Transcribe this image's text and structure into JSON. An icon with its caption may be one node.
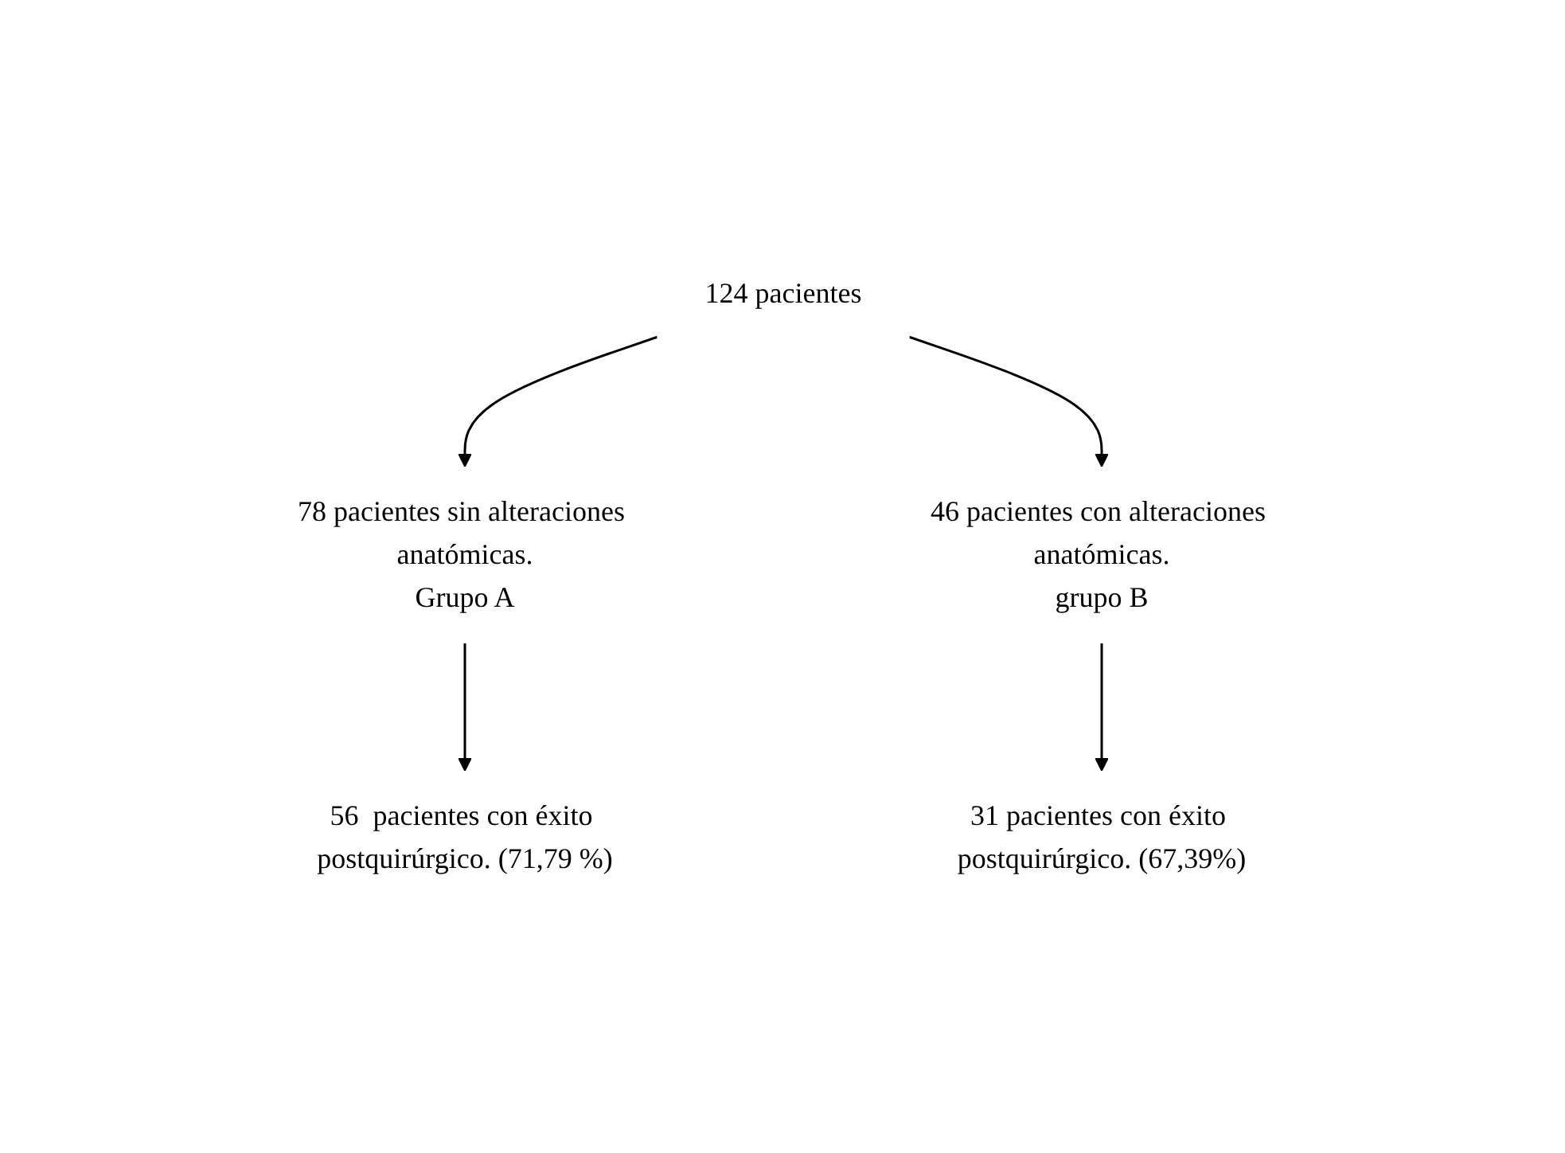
{
  "diagram": {
    "nodes": [
      {
        "text": [
          "124 pacientes"
        ]
      },
      {
        "text": [
          "78 pacientes sin alteraciones anatómicas.",
          "Grupo A"
        ]
      },
      {
        "text": [
          "46 pacientes con alteraciones anatómicas.",
          "grupo B"
        ]
      },
      {
        "text": [
          "56  pacientes con éxito postquirúrgico. (71,79 %)"
        ]
      },
      {
        "text": [
          "31 pacientes con éxito postquirúrgico. (67,39%)"
        ]
      }
    ],
    "edges": [
      {
        "from": 0,
        "to": 1,
        "arrow": "to"
      },
      {
        "from": 0,
        "to": 2,
        "arrow": "to"
      },
      {
        "from": 1,
        "to": 3,
        "arrow": "to"
      },
      {
        "from": 2,
        "to": 4,
        "arrow": "to"
      }
    ]
  }
}
